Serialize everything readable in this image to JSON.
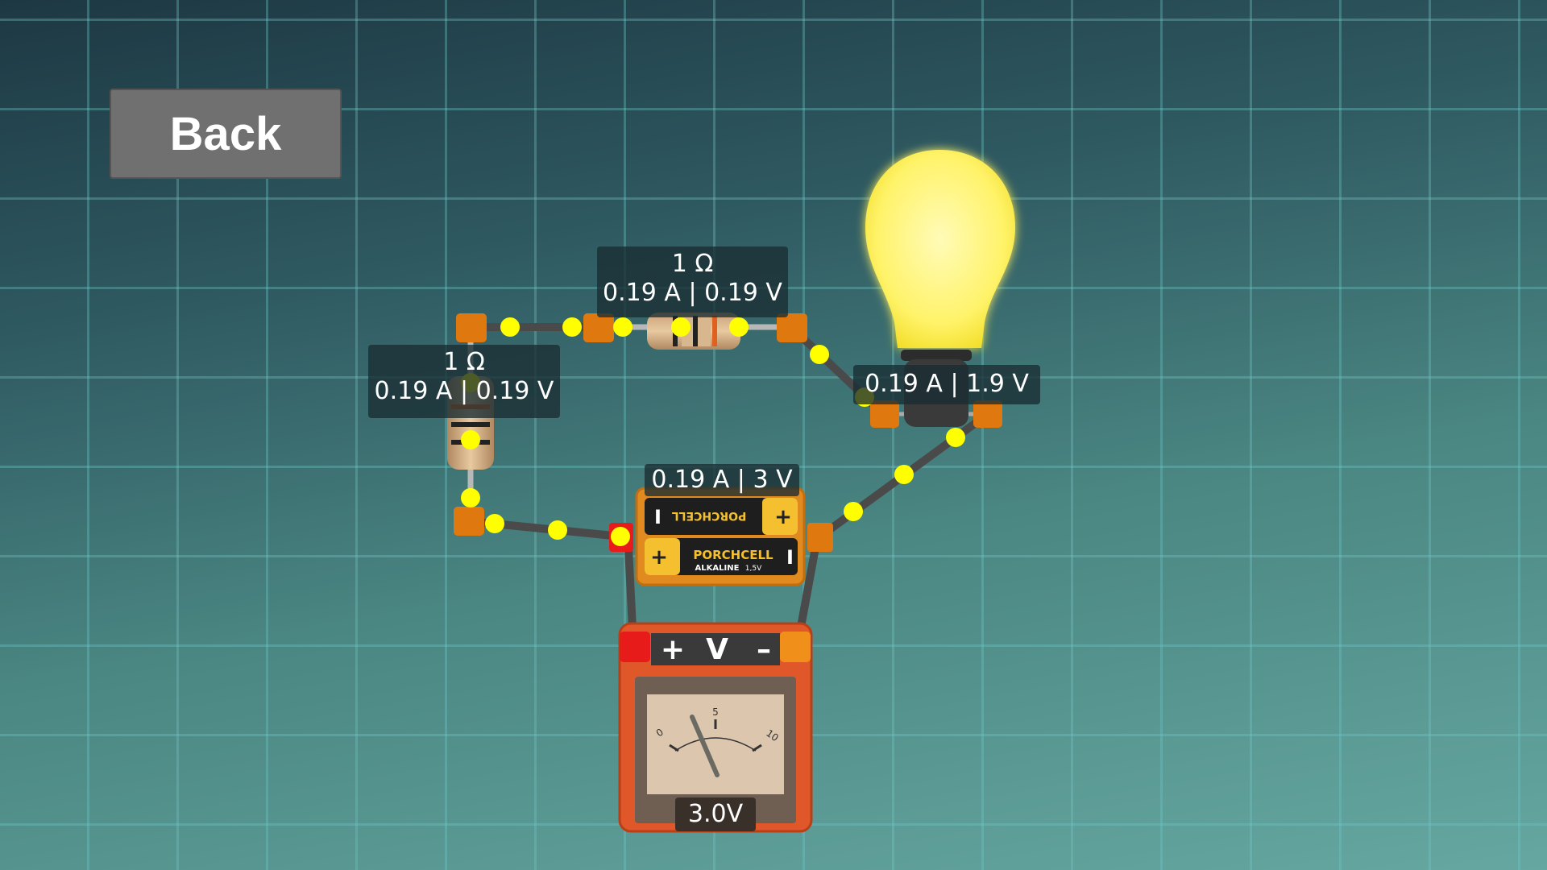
{
  "header": {
    "back_label": "Back"
  },
  "components": {
    "resistor_top": {
      "resistance": "1 Ω",
      "reading": "0.19 A | 0.19 V"
    },
    "resistor_left": {
      "resistance": "1 Ω",
      "reading": "0.19 A | 0.19 V"
    },
    "battery": {
      "reading": "0.19 A | 3 V",
      "cell_brand": "PORCHCELL",
      "cell_type": "ALKALINE",
      "cell_voltage": "1,5V"
    },
    "bulb": {
      "reading": "0.19 A | 1.9 V"
    },
    "voltmeter": {
      "header_plus": "+",
      "header_symbol": "V",
      "header_minus": "–",
      "scale_min": "0",
      "scale_mid": "5",
      "scale_max": "10",
      "readout": "3.0V"
    }
  },
  "colors": {
    "node_orange": "#e07810",
    "terminal_red": "#e81b1b",
    "wire": "#4a4a4a",
    "current_dot": "#ffff00",
    "bulb_glow": "#fff27a"
  }
}
